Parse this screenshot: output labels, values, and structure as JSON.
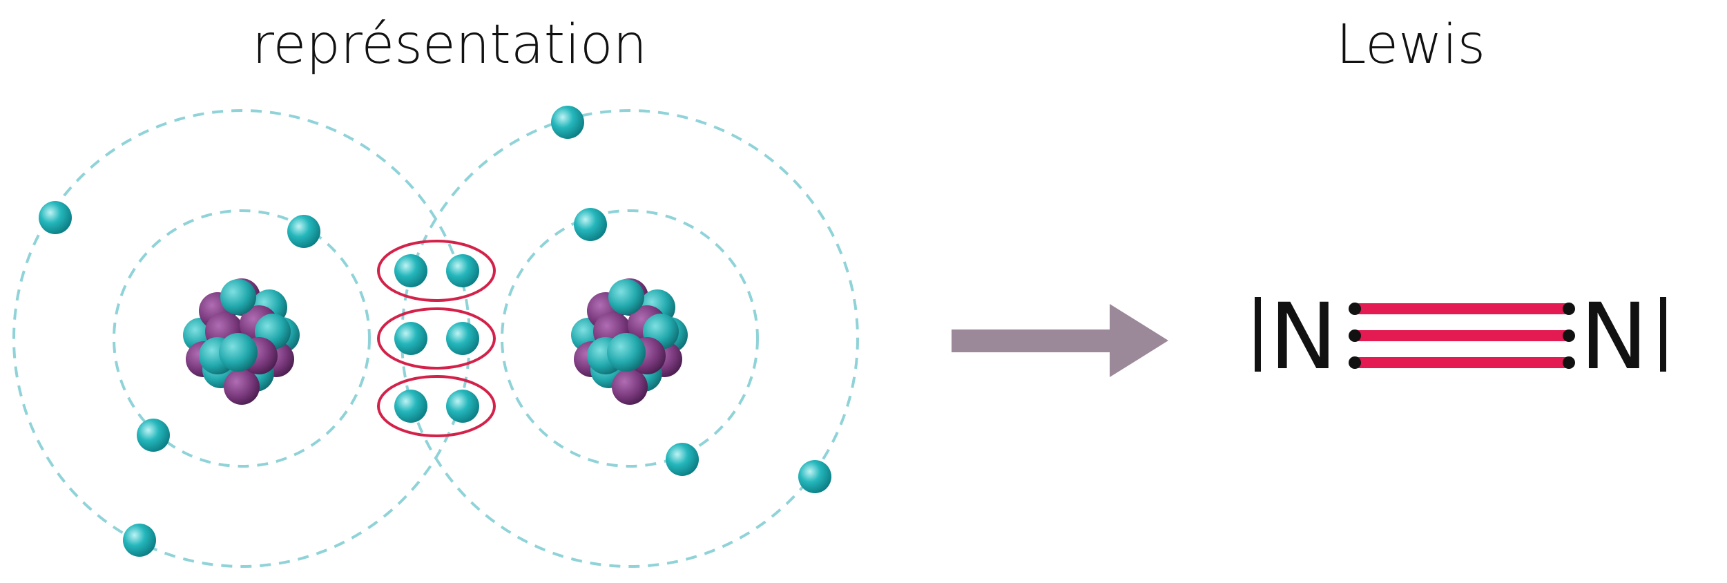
{
  "titles": {
    "left": "représentation",
    "right": "Lewis"
  },
  "lewis": {
    "left_atom": "N",
    "right_atom": "N"
  },
  "colors": {
    "orbit": "#8fd3d8",
    "electron": "#1fb3b8",
    "nucleus_purple": "#7b3a7e",
    "nucleus_teal": "#22a9ad",
    "pair_ellipse": "#d3224a",
    "arrow": "#9b8898",
    "bond": "#e31b52",
    "text": "#111111"
  },
  "icons": [
    "nitrogen-nucleus-icon",
    "electron-icon",
    "arrow-right-icon"
  ]
}
